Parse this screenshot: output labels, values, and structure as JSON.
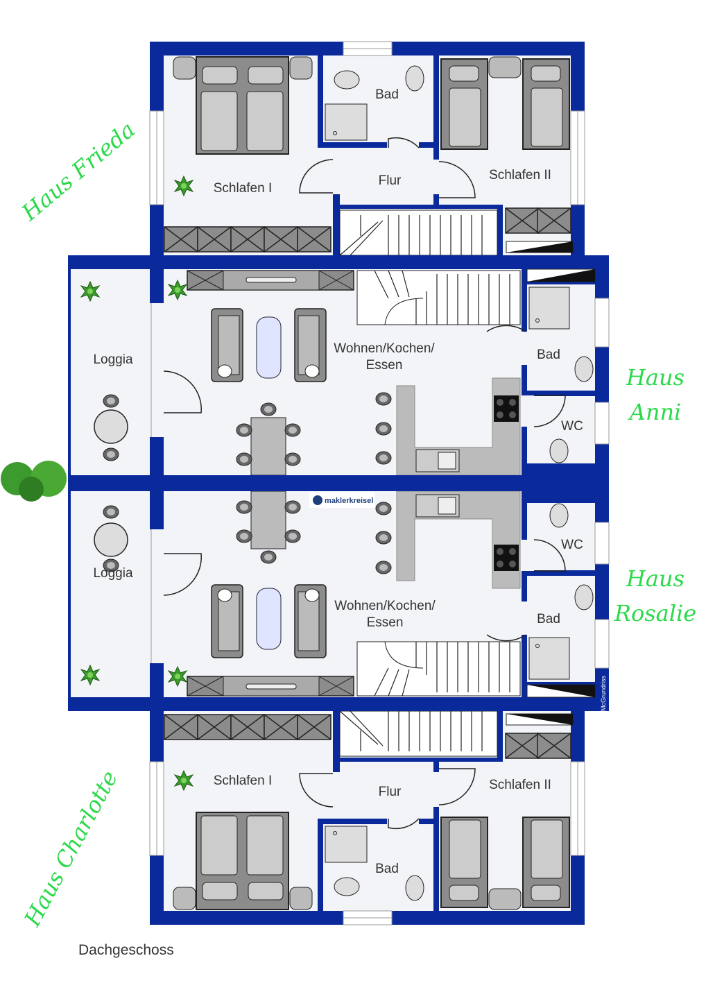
{
  "colors": {
    "wall": "#0a2a9c",
    "floor": "#f3f4f8",
    "furniture": "#8c8c8c",
    "script": "#2bd94a"
  },
  "houses": {
    "frieda": {
      "name": "Haus Frieda",
      "rooms": {
        "bedroom1": "Schlafen I",
        "bath": "Bad",
        "hall": "Flur",
        "bedroom2": "Schlafen II"
      }
    },
    "anni": {
      "name_line1": "Haus",
      "name_line2": "Anni",
      "rooms": {
        "loggia": "Loggia",
        "living_line1": "Wohnen/Kochen/",
        "living_line2": "Essen",
        "bath": "Bad",
        "wc": "WC"
      }
    },
    "rosalie": {
      "name_line1": "Haus",
      "name_line2": "Rosalie",
      "rooms": {
        "loggia": "Loggia",
        "living_line1": "Wohnen/Kochen/",
        "living_line2": "Essen",
        "bath": "Bad",
        "wc": "WC"
      }
    },
    "charlotte": {
      "name": "Haus Charlotte",
      "rooms": {
        "bedroom1": "Schlafen I",
        "bath": "Bad",
        "hall": "Flur",
        "bedroom2": "Schlafen II"
      }
    }
  },
  "logo": "maklerkreisel",
  "watermark": "McGrundriss",
  "floor_label": "Dachgeschoss"
}
